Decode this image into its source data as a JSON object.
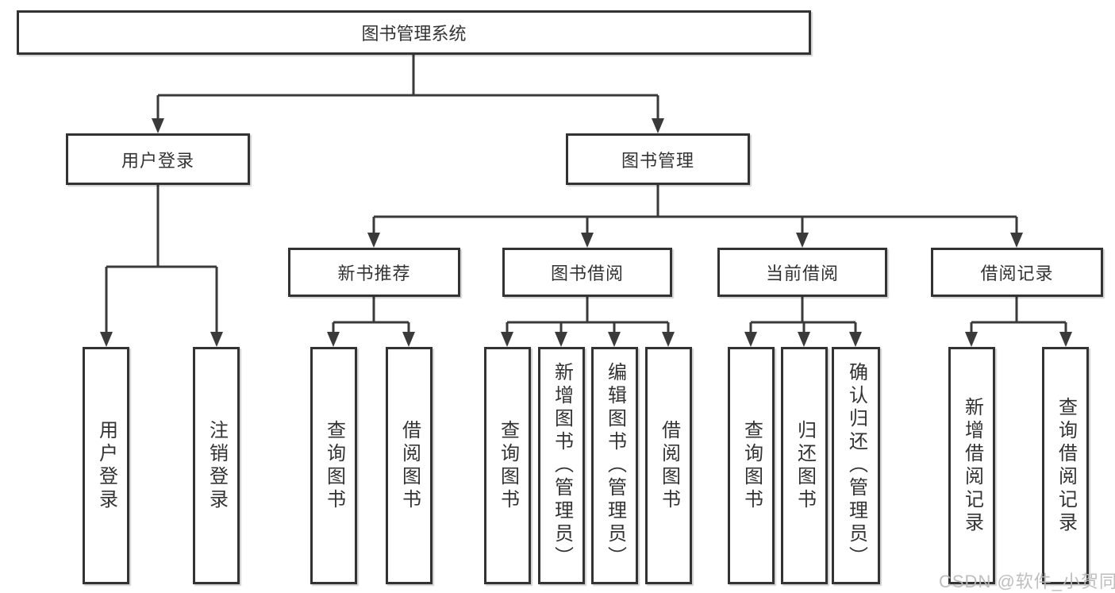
{
  "tree": {
    "root": {
      "label": "图书管理系统"
    },
    "branches": [
      {
        "label": "用户登录",
        "children": [
          {
            "label": "用户登录"
          },
          {
            "label": "注销登录"
          }
        ]
      },
      {
        "label": "图书管理",
        "children": [
          {
            "label": "新书推荐",
            "children": [
              {
                "label": "查询图书"
              },
              {
                "label": "借阅图书"
              }
            ]
          },
          {
            "label": "图书借阅",
            "children": [
              {
                "label": "查询图书"
              },
              {
                "label": "新增图书（管理员）"
              },
              {
                "label": "编辑图书（管理员）"
              },
              {
                "label": "借阅图书"
              }
            ]
          },
          {
            "label": "当前借阅",
            "children": [
              {
                "label": "查询图书"
              },
              {
                "label": "归还图书"
              },
              {
                "label": "确认归还（管理员）"
              }
            ]
          },
          {
            "label": "借阅记录",
            "children": [
              {
                "label": "新增借阅记录"
              },
              {
                "label": "查询借阅记录"
              }
            ]
          }
        ]
      }
    ]
  },
  "watermark": {
    "text": "CSDN @软件_小贺同学"
  },
  "colors": {
    "line": "#3a3a3a",
    "box_border": "#333333",
    "text": "#333333",
    "watermark": "#b9b9b9",
    "background": "#ffffff"
  }
}
